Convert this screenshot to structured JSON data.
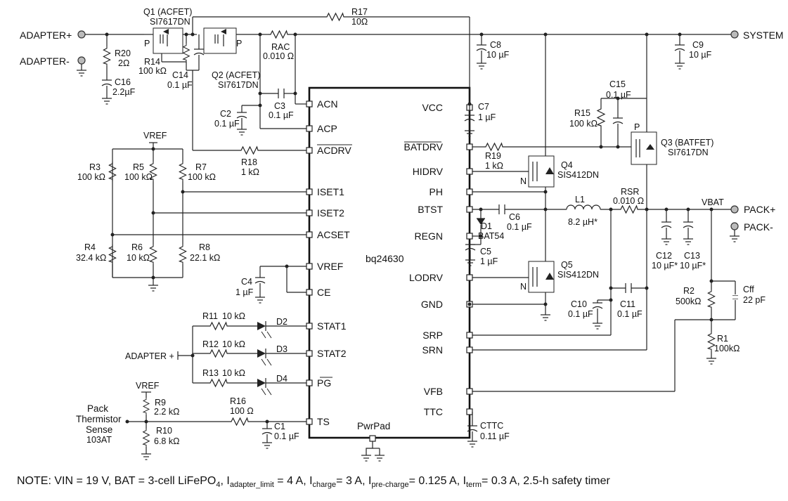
{
  "nets": {
    "adapter_pos": "ADAPTER+",
    "adapter_neg": "ADAPTER-",
    "system": "SYSTEM",
    "pack_pos": "PACK+",
    "pack_neg": "PACK-",
    "vbat": "VBAT",
    "vref_1": "VREF",
    "vref_2": "VREF",
    "adapter_stat": "ADAPTER +",
    "thermistor_line1": "Pack",
    "thermistor_line2": "Thermistor",
    "thermistor_line3": "Sense",
    "thermistor_part": "103AT"
  },
  "ic": {
    "name": "bq24630",
    "pwrpad": "PwrPad",
    "left_pins": [
      "ACN",
      "ACP",
      "ACDRV",
      "ISET1",
      "ISET2",
      "ACSET",
      "VREF",
      "CE",
      "STAT1",
      "STAT2",
      "PG",
      "TS"
    ],
    "right_pins": [
      "VCC",
      "BATDRV",
      "HIDRV",
      "PH",
      "BTST",
      "REGN",
      "LODRV",
      "GND",
      "SRP",
      "SRN",
      "VFB",
      "TTC"
    ]
  },
  "components": {
    "q1_name": "Q1 (ACFET)",
    "q1_part": "SI7617DN",
    "q2_name": "Q2 (ACFET)",
    "q2_part": "SI7617DN",
    "q3_name": "Q3 (BATFET)",
    "q3_part": "SI7617DN",
    "q4_name": "Q4",
    "q4_part": "SIS412DN",
    "q5_name": "Q5",
    "q5_part": "SIS412DN",
    "p_q1": "P",
    "p_q2": "P",
    "p_q3": "P",
    "n_q4": "N",
    "n_q5": "N",
    "r17": "R17",
    "r17_val": "10Ω",
    "r20": "R20",
    "r20_val": "2Ω",
    "c16": "C16",
    "c16_val": "2.2µF",
    "r14": "R14",
    "r14_val": "100 kΩ",
    "c14": "C14",
    "c14_val": "0.1 µF",
    "rac": "RAC",
    "rac_val": "0.010 Ω",
    "c8": "C8",
    "c8_val": "10 µF",
    "c9": "C9",
    "c9_val": "10 µF",
    "c2": "C2",
    "c2_val": "0.1 µF",
    "c3": "C3",
    "c3_val": "0.1 µF",
    "c7": "C7",
    "c7_val": "1 µF",
    "c15": "C15",
    "c15_val": "0.1 µF",
    "r15": "R15",
    "r15_val": "100 kΩ",
    "r18": "R18",
    "r18_val": "1 kΩ",
    "r19": "R19",
    "r19_val": "1 kΩ",
    "r3": "R3",
    "r3_val": "100 kΩ",
    "r5": "R5",
    "r5_val": "100 kΩ",
    "r7": "R7",
    "r7_val": "100 kΩ",
    "r4": "R4",
    "r4_val": "32.4 kΩ",
    "r6": "R6",
    "r6_val": "10 kΩ",
    "r8": "R8",
    "r8_val": "22.1 kΩ",
    "c4": "C4",
    "c4_val": "1 µF",
    "r11": "R11",
    "r11_val": "10 kΩ",
    "d2": "D2",
    "r12": "R12",
    "r12_val": "10 kΩ",
    "d3": "D3",
    "r13": "R13",
    "r13_val": "10 kΩ",
    "d4": "D4",
    "r9": "R9",
    "r9_val": "2.2 kΩ",
    "r10": "R10",
    "r10_val": "6.8 kΩ",
    "r16": "R16",
    "r16_val": "100 Ω",
    "c1": "C1",
    "c1_val": "0.1 µF",
    "c6": "C6",
    "c6_val": "0.1 µF",
    "d1": "D1",
    "d1_val": "BAT54",
    "c5": "C5",
    "c5_val": "1 µF",
    "l1": "L1",
    "l1_val": "8.2 µH*",
    "rsr": "RSR",
    "rsr_val": "0.010 Ω",
    "c12": "C12",
    "c12_val": "10 µF*",
    "c13": "C13",
    "c13_val": "10 µF*",
    "c10": "C10",
    "c10_val": "0.1 µF",
    "c11": "C11",
    "c11_val": "0.1 µF",
    "r2": "R2",
    "r2_val": "500kΩ",
    "cff": "Cff",
    "cff_val": "22 pF",
    "r1": "R1",
    "r1_val": "100kΩ",
    "cttc": "CTTC",
    "cttc_val": "0.11 µF"
  },
  "note": {
    "p1": "NOTE:  VIN = 19 V, BAT = 3-cell LiFePO",
    "s1": "4",
    "p2": ", I",
    "s2": "adapter_limit",
    "p3": " = 4 A, I",
    "s3": "charge",
    "p4": "= 3 A, I",
    "s4": "pre-charge",
    "p5": "= 0.125 A, I",
    "s5": "term",
    "p6": "= 0.3 A, 2.5-h safety timer"
  }
}
